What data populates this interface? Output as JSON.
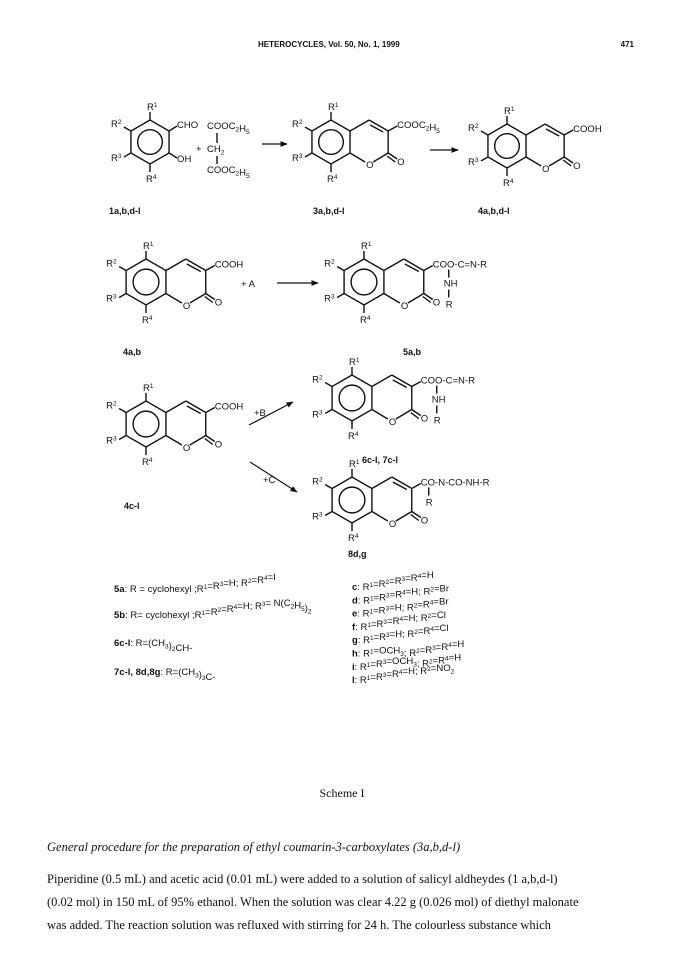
{
  "header": {
    "journal": "HETEROCYCLES, Vol. 50, No. 1, 1999",
    "page_number": "471"
  },
  "scheme": {
    "substituents": {
      "r1": "R1",
      "r2": "R2",
      "r3": "R3",
      "r4": "R4"
    },
    "groups": {
      "cho": "CHO",
      "oh": "OH",
      "ester": "COOC2H5",
      "cooh": "COOH",
      "amidine": "COO-C=N-R",
      "nh": "NH",
      "r": "R",
      "urea": "CO-N-CO-NH-R",
      "ring_o": "O",
      "carbonyl_o": "O",
      "ch2": "CH2",
      "plus": "+"
    },
    "reagents": {
      "a": "+ A",
      "b": "+B",
      "c": "+C"
    },
    "compounds": {
      "c1": "1a,b,d-l",
      "c3": "3a,b,d-l",
      "c4": "4a,b,d-l",
      "c4ab": "4a,b",
      "c5ab": "5a,b",
      "c4cl": "4c-l",
      "c67": "6c-l, 7c-l",
      "c8": "8d,g"
    },
    "legend_left": [
      "5a: R = cyclohexyl ;R1=R3=H; R2=R4=I",
      "5b: R= cyclohexyl ;R1=R2=R4=H; R3= N(C2H5)2",
      "6c-l: R=(CH3)2CH-",
      "7c-l, 8d,8g: R=(CH3)3C-"
    ],
    "legend_right": [
      "c: R1=R2=R3=R4=H",
      "d: R1=R3=R4=H; R2=Br",
      "e: R1=R3=H; R2=R4=Br",
      "f: R1=R3=R4=H; R2=Cl",
      "g: R1=R3=H; R2=R4=Cl",
      "h: R1=OCH3; R2=R3=R4=H",
      "i: R1=R3=OCH3; R2=R4=H",
      "l: R1=R3=R4=H; R2=NO2"
    ]
  },
  "caption": "Scheme I",
  "section_heading": "General procedure for the preparation of ethyl coumarin-3-carboxylates (3a,b,d-l)",
  "paragraph": [
    "Piperidine (0.5 mL) and acetic acid (0.01 mL) were added to a solution of salicyl aldheydes (1 a,b,d-l)",
    "(0.02 mol) in 150 mL of 95% ethanol. When the solution was clear 4.22 g (0.026 mol) of diethyl malonate",
    "was added. The reaction solution was refluxed with stirring for 24 h. The colourless substance which"
  ]
}
